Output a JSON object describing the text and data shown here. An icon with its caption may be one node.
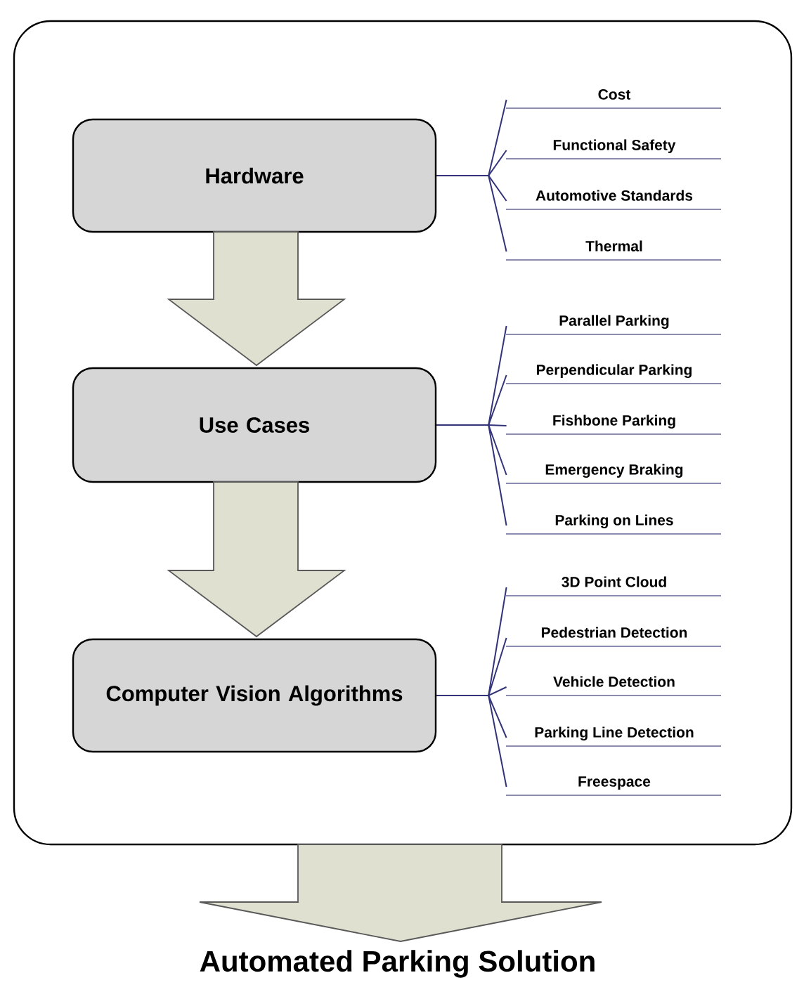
{
  "diagram": {
    "nodes": [
      {
        "text": [],
        "shape": "box"
      },
      {
        "text": [
          "Hardware"
        ],
        "in": 0
      },
      {
        "text": [
          "Cost"
        ],
        "in": 0
      },
      {
        "text": [
          "Functional Safety"
        ],
        "in": 0
      },
      {
        "text": [
          "Automotive Standards"
        ],
        "in": 0
      },
      {
        "text": [
          "Thermal"
        ],
        "in": 0
      },
      {
        "text": [
          "Use Cases"
        ],
        "in": 0
      },
      {
        "text": [
          "Parallel Parking"
        ],
        "in": 0
      },
      {
        "text": [
          "Perpendicular Parking"
        ],
        "in": 0
      },
      {
        "text": [
          "Fishbone Parking"
        ],
        "in": 0
      },
      {
        "text": [
          "Emergency Braking"
        ],
        "in": 0
      },
      {
        "text": [
          "Parking on Lines"
        ],
        "in": 0
      },
      {
        "text": [
          "Computer Vision Algorithms"
        ],
        "in": 0
      },
      {
        "text": [
          "3D Point Cloud"
        ],
        "in": 0
      },
      {
        "text": [
          "Pedestrian Detection"
        ],
        "in": 0
      },
      {
        "text": [
          "Vehicle Detection"
        ],
        "in": 0
      },
      {
        "text": [
          "Parking Line Detection"
        ],
        "in": 0
      },
      {
        "text": [
          "Freespace"
        ],
        "in": 0
      },
      {
        "text": [
          "Automated Parking Solution"
        ]
      }
    ],
    "edges": [
      {
        "from": 1,
        "to": 6,
        "arrow": "to",
        "style": "thick",
        "color": "#dfe0cf"
      },
      {
        "from": 6,
        "to": 12,
        "arrow": "to",
        "style": "thick",
        "color": "#dfe0cf"
      },
      {
        "from": 0,
        "to": 18,
        "arrow": "to",
        "style": "thick",
        "color": "#dfe0cf"
      },
      {
        "from": 1,
        "to": 2,
        "arrow": "none"
      },
      {
        "from": 1,
        "to": 3,
        "arrow": "none"
      },
      {
        "from": 1,
        "to": 4,
        "arrow": "none"
      },
      {
        "from": 1,
        "to": 5,
        "arrow": "none"
      },
      {
        "from": 6,
        "to": 7,
        "arrow": "none"
      },
      {
        "from": 6,
        "to": 8,
        "arrow": "none"
      },
      {
        "from": 6,
        "to": 9,
        "arrow": "none"
      },
      {
        "from": 6,
        "to": 10,
        "arrow": "none"
      },
      {
        "from": 6,
        "to": 11,
        "arrow": "none"
      },
      {
        "from": 12,
        "to": 13,
        "arrow": "none"
      },
      {
        "from": 12,
        "to": 14,
        "arrow": "none"
      },
      {
        "from": 12,
        "to": 15,
        "arrow": "none"
      },
      {
        "from": 12,
        "to": 16,
        "arrow": "none"
      },
      {
        "from": 12,
        "to": 17,
        "arrow": "none"
      }
    ]
  }
}
